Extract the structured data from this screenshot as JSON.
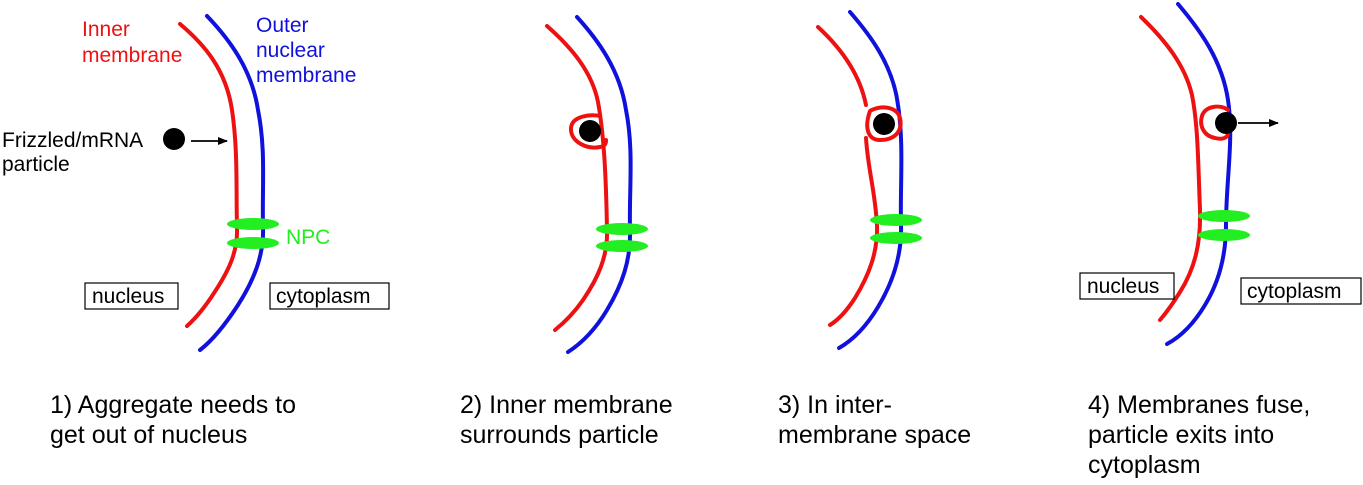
{
  "colors": {
    "inner_membrane": "#ee1111",
    "outer_membrane": "#1111dd",
    "npc": "#22ee22",
    "particle": "#000000",
    "text": "#000000"
  },
  "labels": {
    "inner_membrane": [
      "Inner",
      "membrane"
    ],
    "outer_membrane": [
      "Outer",
      "nuclear",
      "membrane"
    ],
    "particle": [
      "Frizzled/mRNA",
      "particle"
    ],
    "npc": "NPC",
    "nucleus": "nucleus",
    "cytoplasm": "cytoplasm"
  },
  "panels": [
    {
      "id": "panel-1",
      "caption": [
        "1) Aggregate needs to",
        "get out of nucleus"
      ]
    },
    {
      "id": "panel-2",
      "caption": [
        "2) Inner membrane",
        "surrounds particle"
      ]
    },
    {
      "id": "panel-3",
      "caption": [
        "3) In inter-",
        "membrane space"
      ]
    },
    {
      "id": "panel-4",
      "caption": [
        "4) Membranes fuse,",
        "particle exits into",
        "cytoplasm"
      ]
    }
  ]
}
